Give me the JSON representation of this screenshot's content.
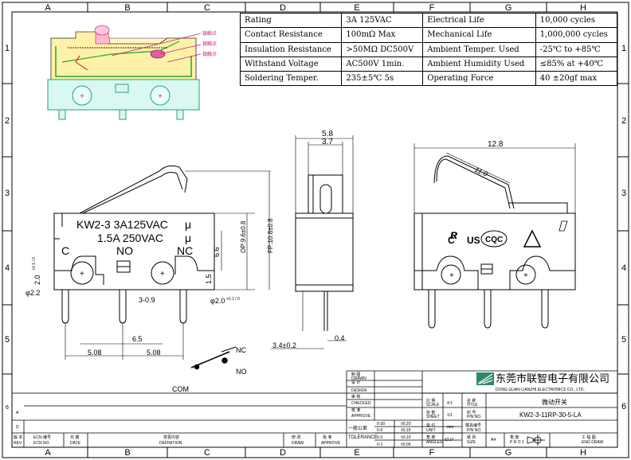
{
  "grid": {
    "columns": [
      "A",
      "B",
      "C",
      "D",
      "E",
      "F",
      "G",
      "H"
    ],
    "rows": [
      "1",
      "2",
      "3",
      "4",
      "5",
      "6"
    ]
  },
  "spec_table": [
    {
      "label": "Rating",
      "value": "3A  125VAC",
      "label2": "Electrical Life",
      "value2": "10,000 cycles"
    },
    {
      "label": "Contact Resistance",
      "value": "100mΩ Max",
      "label2": "Mechanical Life",
      "value2": "1,000,000 cycles"
    },
    {
      "label": "Insulation Resistance",
      "value": ">50MΩ DC500V",
      "label2": "Ambient Temper. Used",
      "value2": "-25℃ to +85℃"
    },
    {
      "label": "Withstand Voltage",
      "value": "AC500V  1min.",
      "label2": "Ambient Humidity Used",
      "value2": "≤85% at +40℃"
    },
    {
      "label": "Soldering Temper.",
      "value": "235±5℃ 5s",
      "label2": "Operating Force",
      "value2": "40 ±20gf max"
    }
  ],
  "contact_points": [
    "银触点",
    "银触点",
    "银触点"
  ],
  "front_view": {
    "marking_line1": "KW2-3  3A125VAC",
    "marking_line2": "1.5A  250VAC",
    "ul_mark": "μ",
    "terminals": [
      "C",
      "NO",
      "NC"
    ],
    "dimensions": {
      "op": "OP:9.6±0.8",
      "fp": "FP:10.8±0.8",
      "height": "6.6",
      "hole_offset": "2.0",
      "hole_offset_tol": "+0.1 / 0",
      "hole_dia_left": "φ2.2",
      "hole_dia_right": "φ2.0",
      "hole_dia_tol": "+0.1 / 0",
      "pin_width": "3-0.9",
      "pin_pitch_total": "6.5",
      "pin_pitch_a": "5.08",
      "pin_pitch_b": "5.08",
      "pin_offset": "1.5"
    }
  },
  "side_view": {
    "width_outer": "5.8",
    "width_inner": "3.7",
    "pin_length": "3.4±0.2",
    "pin_thickness": "0.4"
  },
  "rear_view": {
    "overall_length": "12.8",
    "lever_length": "11.0",
    "cert_marks": [
      "C",
      "US",
      "CQC"
    ]
  },
  "schematic": {
    "labels": [
      "NC",
      "NO",
      "COM"
    ]
  },
  "title_block": {
    "company_cn": "东莞市联智电子有限公司",
    "company_en": "DONG GUAN LIANZHI ELECTRONICS CO., LTD.",
    "product_name": "微动开关",
    "part_number": "KW2-3-11RP-30-5-LA",
    "left_labels": [
      {
        "cn": "制 图",
        "en": "DRAWN"
      },
      {
        "cn": "设 计",
        "en": "DESIGN"
      },
      {
        "cn": "审 核",
        "en": "CHECKED"
      },
      {
        "cn": "核 准",
        "en": "APPROVE"
      }
    ],
    "scale_label": {
      "cn": "比 例",
      "en": "SCALE"
    },
    "scale_value": "4:1",
    "sheet_label": {
      "cn": "张 数",
      "en": "SHEET"
    },
    "sheet_value": "1/1",
    "unit_label": {
      "cn": "单 位",
      "en": "UNIT"
    },
    "unit_value": "mm",
    "angles_label": {
      "cn": "角 度",
      "en": "ANGLES"
    },
    "angles_value": "±3.0°",
    "title_label": {
      "cn": "名 称",
      "en": "TITLE"
    },
    "pn_label": {
      "cn": "料 号",
      "en": "P/N NO."
    },
    "model_label": {
      "cn": "模具编号",
      "en": "P/N NO."
    },
    "size_label": {
      "cn": "纸 张",
      "en": "SIZE"
    },
    "size_value": "A4",
    "general_label": "一般公差",
    "tolerance_label": "TOLERANCE",
    "tolerances": [
      "±0.20",
      "±0.15",
      "±0.10",
      "±0.05"
    ],
    "tol_ranges": [
      "0-30",
      "0-6",
      "0-3",
      "0-1"
    ],
    "proj_label": {
      "cn": "角 度",
      "en": "P R O J"
    },
    "dwg_label": {
      "cn": "工 程 图",
      "en": "ENG DRAW"
    },
    "rev_headers": [
      {
        "cn": "版 本",
        "en": "REV"
      },
      {
        "cn": "ECN 编号",
        "en": "ECN NO."
      },
      {
        "cn": "日 期",
        "en": "DATE"
      },
      {
        "cn": "变更内容",
        "en": "DEFINITION"
      },
      {
        "cn": "修 改",
        "en": "DRAW"
      },
      {
        "cn": "批 准",
        "en": "APPROVE"
      }
    ],
    "rev_marks": [
      "D",
      "A"
    ]
  }
}
